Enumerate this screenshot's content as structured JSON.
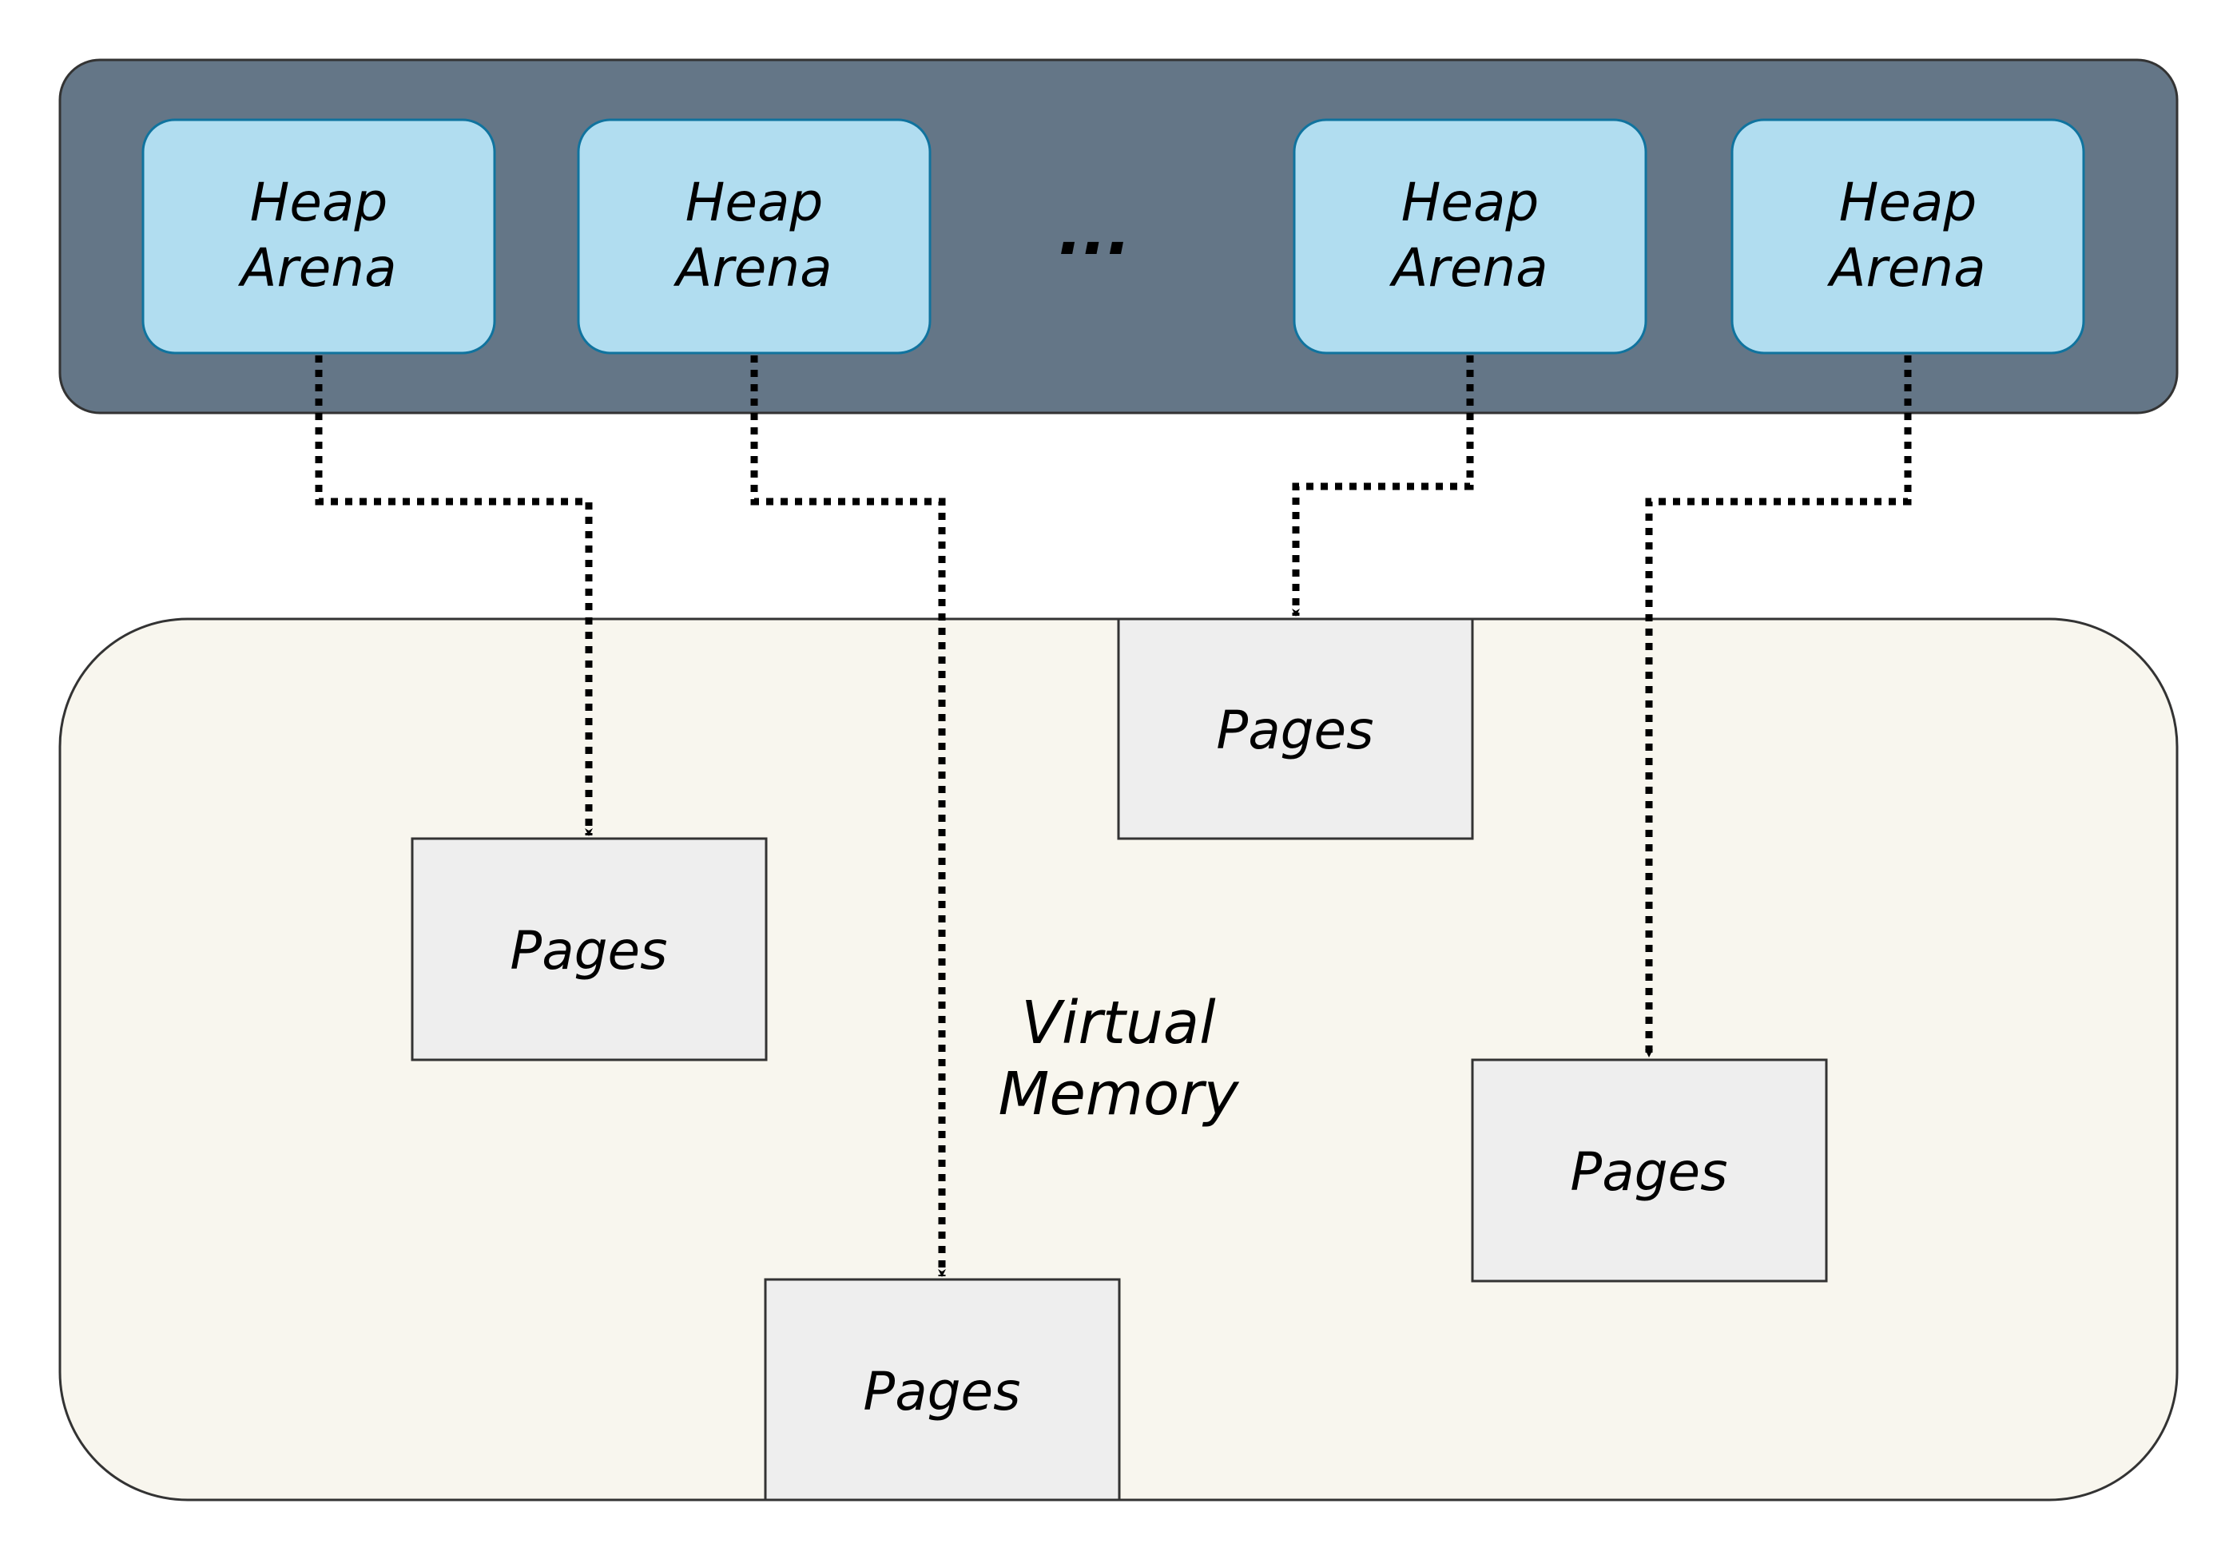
{
  "heap_arena_label_line1": "Heap",
  "heap_arena_label_line2": "Arena",
  "ellipsis": "...",
  "pages_label": "Pages",
  "virtual_memory_line1": "Virtual",
  "virtual_memory_line2": "Memory",
  "colors": {
    "arena_container_fill": "#647687",
    "arena_fill": "#b1ddf0",
    "arena_stroke": "#10739e",
    "memory_fill": "#f8f6ee",
    "pages_fill": "#eeeeee",
    "stroke": "#333333"
  }
}
